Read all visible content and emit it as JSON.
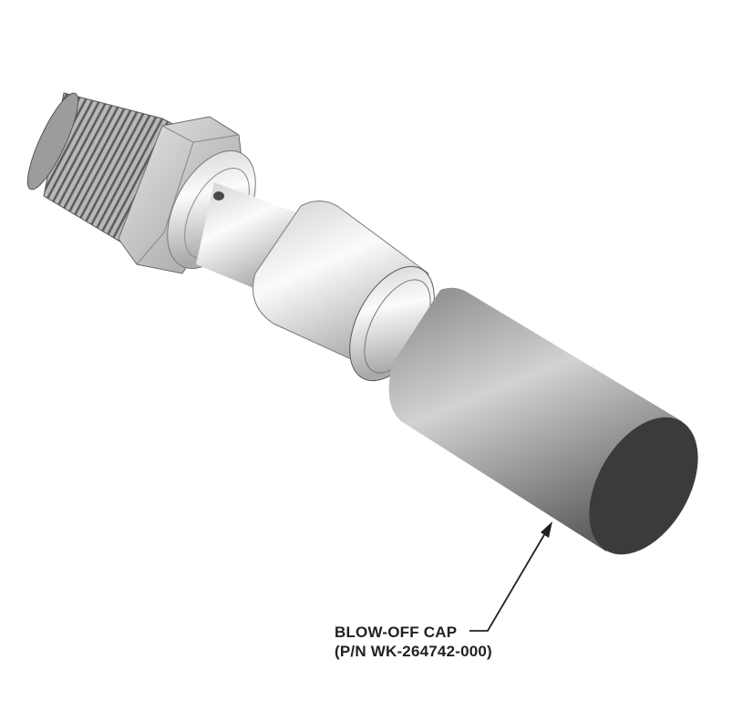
{
  "figure": {
    "subject": "valve assembly with blow-off cap",
    "components": [
      {
        "name": "threaded-nipple",
        "role": "male pipe thread end"
      },
      {
        "name": "hex-nut",
        "role": "hex body"
      },
      {
        "name": "valve-stem",
        "role": "stem with vent hole"
      },
      {
        "name": "valve-body-sleeve",
        "role": "cylindrical body"
      },
      {
        "name": "blow-off-cap",
        "role": "cap"
      }
    ],
    "callout": {
      "line1": "BLOW-OFF CAP",
      "line2": "(P/N WK-264742-000)"
    },
    "colors": {
      "background": "#ffffff",
      "text": "#231f20",
      "cap_end_face": "#3a3a3a",
      "metal_light": "#f2f2f2",
      "metal_mid": "#b5b5b5",
      "thread_dark": "#6e6e6e"
    }
  }
}
